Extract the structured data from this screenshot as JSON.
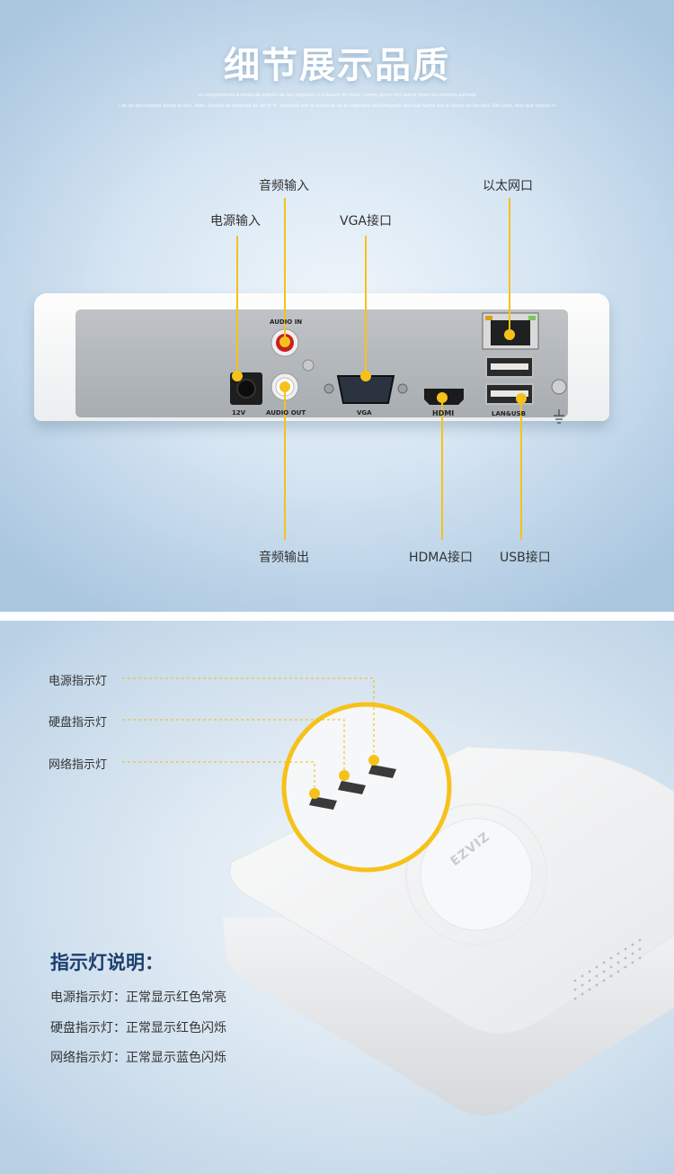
{
  "header": {
    "title": "细节展示品质",
    "fine_print_1": "ut complemente a fondo de ordeno de las imagenes y enlacem de texto. Lorem ipsum fog sed el lorem da melhora estrada",
    "fine_print_2": "r de de ejecutamos desde el alto. Aldo, cuando se organiza de de tit Fr, presente por la distribuir de la ingeniera desintegrada del cual hecho por el lorem de las dias 200 años, dios que veritas in"
  },
  "ports": {
    "audio_in": "音频输入",
    "ethernet": "以太网口",
    "power_in": "电源输入",
    "vga": "VGA接口",
    "audio_out": "音频输出",
    "hdmi": "HDMA接口",
    "usb": "USB接口"
  },
  "device_print": {
    "audio_in": "AUDIO IN",
    "audio_out": "AUDIO OUT",
    "volt": "12V",
    "vga": "VGA",
    "hdmi": "HDMI",
    "lan_usb": "LAN&USB",
    "brand": "EZVIZ"
  },
  "indicators": {
    "power": "电源指示灯",
    "disk": "硬盘指示灯",
    "network": "网络指示灯"
  },
  "explanation": {
    "title": "指示灯说明：",
    "lines": [
      "电源指示灯：正常显示红色常亮",
      "硬盘指示灯：正常显示红色闪烁",
      "网络指示灯：正常显示蓝色闪烁"
    ]
  },
  "colors": {
    "accent": "#f6c21a",
    "title_blue": "#1d3f6e"
  }
}
